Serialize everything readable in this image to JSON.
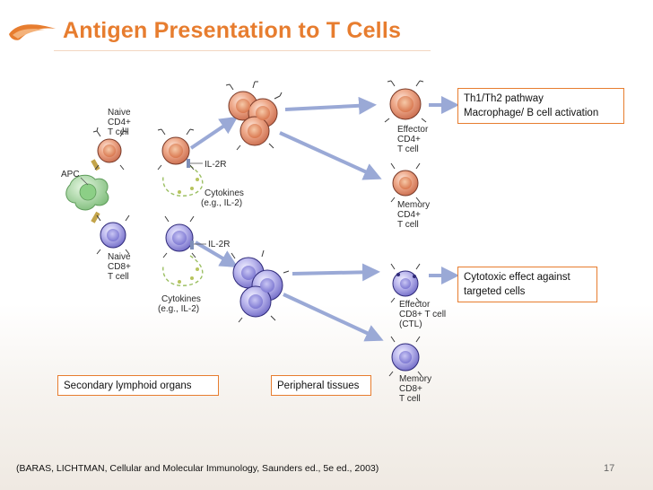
{
  "slide": {
    "title": "Antigen Presentation to T Cells",
    "citation": "(BARAS, LICHTMAN, Cellular and Molecular Immunology, Saunders ed., 5e ed., 2003)",
    "page_number": "17"
  },
  "diagram": {
    "labels": {
      "apc": "APC",
      "naive_cd4": [
        "Naive",
        "CD4+",
        "T cell"
      ],
      "naive_cd8": [
        "Naive",
        "CD8+",
        "T cell"
      ],
      "il2r_top": "IL-2R",
      "il2r_bottom": "IL-2R",
      "cytokines_top": [
        "Cytokines",
        "(e.g., IL-2)"
      ],
      "cytokines_bottom": [
        "Cytokines",
        "(e.g., IL-2)"
      ],
      "effector_cd4": [
        "Effector",
        "CD4+",
        "T cell"
      ],
      "memory_cd4": [
        "Memory",
        "CD4+",
        "T cell"
      ],
      "effector_cd8": [
        "Effector",
        "CD8+ T cell",
        "(CTL)"
      ],
      "memory_cd8": [
        "Memory",
        "CD8+",
        "T cell"
      ]
    },
    "callouts": {
      "th_pathway": [
        "Th1/Th2 pathway",
        "Macrophage/ B cell activation"
      ],
      "cytotoxic": [
        "Cytotoxic effect against",
        "targeted cells"
      ],
      "secondary_lymphoid": "Secondary lymphoid organs",
      "peripheral_tissues": "Peripheral tissues"
    }
  },
  "colors": {
    "accent": "#e77d2f",
    "cd4_cell": "#e9a07e",
    "cd8_cell": "#b7b4ea",
    "apc_cell": "#9fd39c",
    "arrow": "#9aa9d6"
  }
}
